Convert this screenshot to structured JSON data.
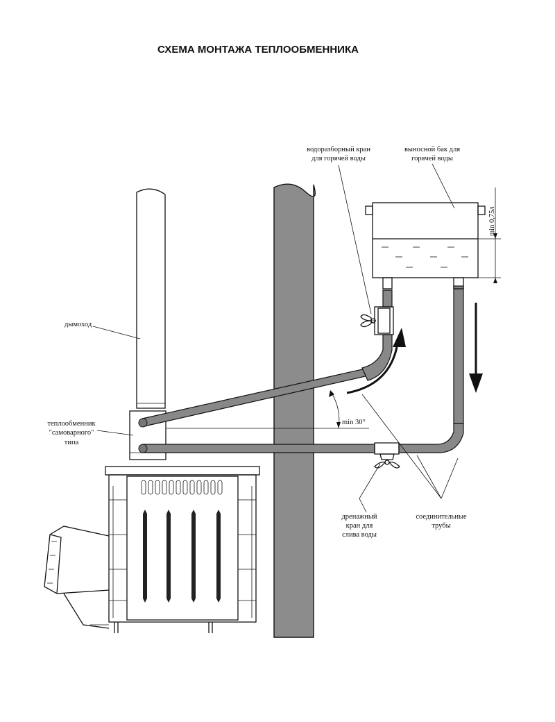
{
  "title": "СХЕМА МОНТАЖА ТЕПЛООБМЕННИКА",
  "labels": {
    "chimney": "дымоход",
    "heat_exchanger": [
      "теплообменник",
      "\"самоварного\"",
      "типа"
    ],
    "hot_water_tap": [
      "водоразборный кран",
      "для горячей воды"
    ],
    "remote_tank": [
      "выносной бак для",
      "горячей воды"
    ],
    "tank_volume": "min 0,75л",
    "angle": "min 30°",
    "drain_tap": [
      "дренажный",
      "кран для",
      "слива воды"
    ],
    "connecting_pipes": [
      "соединительные",
      "трубы"
    ]
  },
  "colors": {
    "line": "#111111",
    "pipe_fill": "#888888",
    "wall_fill": "#8c8c8c",
    "background": "#ffffff"
  }
}
